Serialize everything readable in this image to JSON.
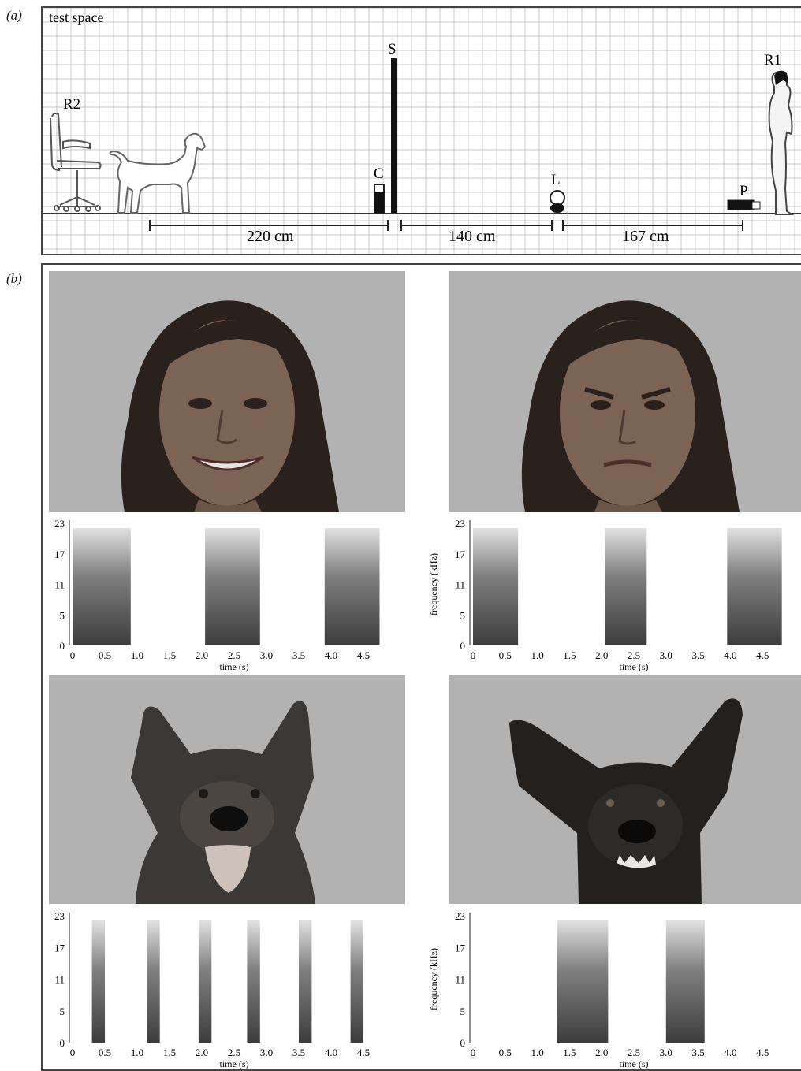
{
  "panel_a": {
    "label": "(a)",
    "corner_label": "test space",
    "markers": {
      "R2": "R2",
      "S": "S",
      "C": "C",
      "L": "L",
      "P": "P",
      "R1": "R1"
    },
    "distances": [
      "220 cm",
      "140 cm",
      "167 cm"
    ]
  },
  "panel_b": {
    "label": "(b)",
    "spectrograms": [
      {
        "subject": "human-happy",
        "show_ylabel": false,
        "ylabel": "",
        "yticks": [
          "23",
          "17",
          "11",
          "5",
          "0"
        ],
        "xticks": [
          "0",
          "0.5",
          "1.0",
          "1.5",
          "2.0",
          "2.5",
          "3.0",
          "3.5",
          "4.0",
          "4.5"
        ],
        "xlabel": "time (s)",
        "bursts": [
          [
            0.0,
            0.9
          ],
          [
            2.05,
            2.9
          ],
          [
            3.9,
            4.75
          ]
        ]
      },
      {
        "subject": "human-angry",
        "show_ylabel": true,
        "ylabel": "frequency (kHz)",
        "yticks": [
          "23",
          "17",
          "11",
          "5",
          "0"
        ],
        "xticks": [
          "0",
          "0.5",
          "1.0",
          "1.5",
          "2.0",
          "2.5",
          "3.0",
          "3.5",
          "4.0",
          "4.5"
        ],
        "xlabel": "time (s)",
        "bursts": [
          [
            0.0,
            0.7
          ],
          [
            2.05,
            2.7
          ],
          [
            3.95,
            4.8
          ]
        ]
      },
      {
        "subject": "dog-playful",
        "show_ylabel": false,
        "ylabel": "",
        "yticks": [
          "23",
          "17",
          "11",
          "5",
          "0"
        ],
        "xticks": [
          "0",
          "0.5",
          "1.0",
          "1.5",
          "2.0",
          "2.5",
          "3.0",
          "3.5",
          "4.0",
          "4.5"
        ],
        "xlabel": "time (s)",
        "bursts": [
          [
            0.3,
            0.5
          ],
          [
            1.15,
            1.35
          ],
          [
            1.95,
            2.15
          ],
          [
            2.7,
            2.9
          ],
          [
            3.5,
            3.7
          ],
          [
            4.3,
            4.5
          ]
        ]
      },
      {
        "subject": "dog-aggressive",
        "show_ylabel": true,
        "ylabel": "frequency (kHz)",
        "yticks": [
          "23",
          "17",
          "11",
          "5",
          "0"
        ],
        "xticks": [
          "0",
          "0.5",
          "1.0",
          "1.5",
          "2.0",
          "2.5",
          "3.0",
          "3.5",
          "4.0",
          "4.5"
        ],
        "xlabel": "time (s)",
        "bursts": [
          [
            1.3,
            2.1
          ],
          [
            3.0,
            3.6
          ]
        ]
      }
    ]
  },
  "colors": {
    "grid_line": "#c8c8c8",
    "photo_background": "#b2b2b2",
    "ink": "#111111"
  }
}
